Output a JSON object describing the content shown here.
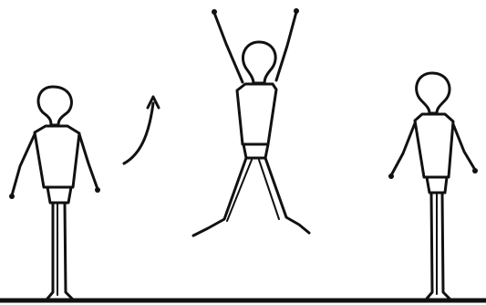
{
  "figure": {
    "figures": [
      {
        "id": "standing-left",
        "pose": "standing"
      },
      {
        "id": "jumping-middle",
        "pose": "jumping-star"
      },
      {
        "id": "standing-right",
        "pose": "standing"
      }
    ],
    "arrow": {
      "direction": "up-right",
      "meaning": "movement"
    }
  },
  "colors": {
    "ink": "#111111",
    "background": "#ffffff"
  }
}
